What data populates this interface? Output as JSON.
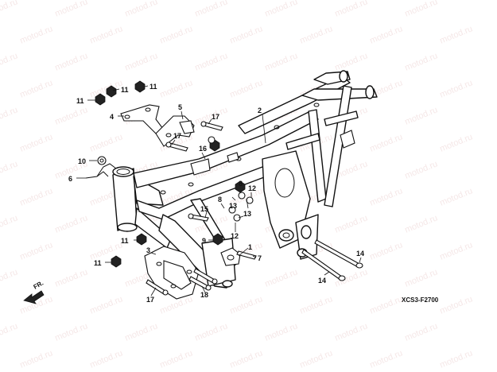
{
  "watermark": "motod.ru",
  "figure_code": "XCS3-F2700",
  "direction_label": "FR.",
  "callouts": [
    {
      "id": "c1",
      "text": "1"
    },
    {
      "id": "c2",
      "text": "2"
    },
    {
      "id": "c3",
      "text": "3"
    },
    {
      "id": "c4",
      "text": "4"
    },
    {
      "id": "c5",
      "text": "5"
    },
    {
      "id": "c6",
      "text": "6"
    },
    {
      "id": "c7",
      "text": "7"
    },
    {
      "id": "c8",
      "text": "8"
    },
    {
      "id": "c9",
      "text": "9"
    },
    {
      "id": "c10",
      "text": "10"
    },
    {
      "id": "c11a",
      "text": "11"
    },
    {
      "id": "c11b",
      "text": "11"
    },
    {
      "id": "c11c",
      "text": "11"
    },
    {
      "id": "c11d",
      "text": "11"
    },
    {
      "id": "c11e",
      "text": "11"
    },
    {
      "id": "c12a",
      "text": "12"
    },
    {
      "id": "c12b",
      "text": "12"
    },
    {
      "id": "c13a",
      "text": "13"
    },
    {
      "id": "c13b",
      "text": "13"
    },
    {
      "id": "c14a",
      "text": "14"
    },
    {
      "id": "c14b",
      "text": "14"
    },
    {
      "id": "c15",
      "text": "15"
    },
    {
      "id": "c16",
      "text": "16"
    },
    {
      "id": "c17a",
      "text": "17"
    },
    {
      "id": "c17b",
      "text": "17"
    },
    {
      "id": "c18",
      "text": "18"
    }
  ]
}
